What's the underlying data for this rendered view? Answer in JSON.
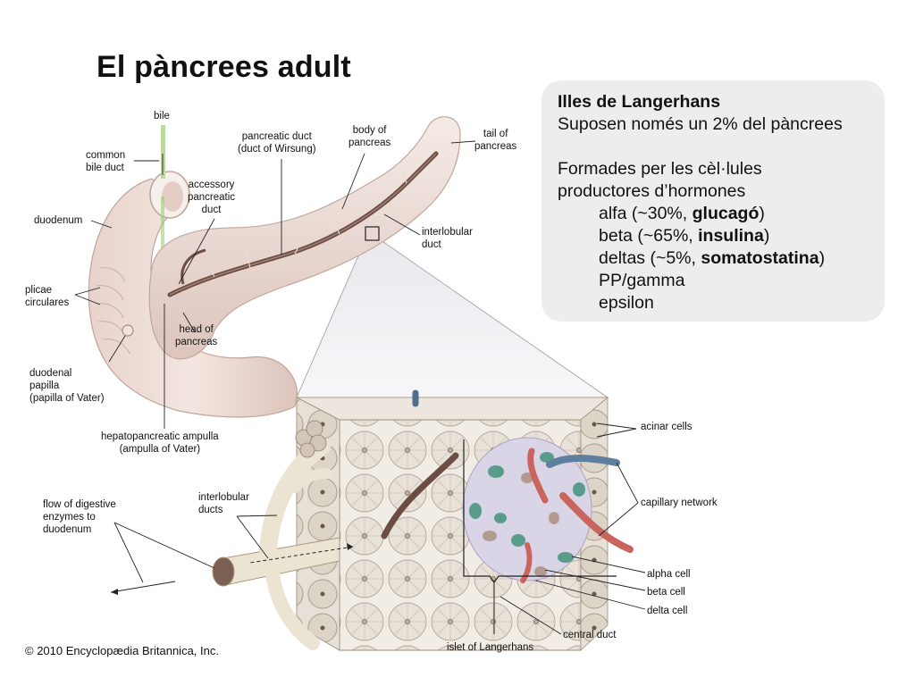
{
  "title": "El pàncrees adult",
  "infobox": {
    "heading": "Illes de Langerhans",
    "line1": "Suposen només un 2% del pàncrees",
    "line2": "Formades per les cèl·lules",
    "line3": "productores d’hormones",
    "cells": [
      {
        "pre": "alfa (~30%, ",
        "bold": "glucagó",
        "post": ")"
      },
      {
        "pre": "beta (~65%, ",
        "bold": "insulina",
        "post": ")"
      },
      {
        "pre": "deltas (~5%, ",
        "bold": "somatostatina",
        "post": ")"
      },
      {
        "pre": "PP/gamma",
        "bold": "",
        "post": ""
      },
      {
        "pre": "epsilon",
        "bold": "",
        "post": ""
      }
    ]
  },
  "labels": {
    "bile": "bile",
    "common_bile_duct": [
      "common",
      "bile duct"
    ],
    "duodenum": "duodenum",
    "accessory_duct": [
      "accessory",
      "pancreatic",
      "duct"
    ],
    "pancreatic_duct": [
      "pancreatic duct",
      "(duct of Wirsung)"
    ],
    "body": [
      "body of",
      "pancreas"
    ],
    "tail": [
      "tail of",
      "pancreas"
    ],
    "interlobular_duct": [
      "interlobular",
      "duct"
    ],
    "plicae": [
      "plicae",
      "circulares"
    ],
    "head": [
      "head of",
      "pancreas"
    ],
    "papilla": [
      "duodenal",
      "papilla",
      "(papilla of Vater)"
    ],
    "ampulla": [
      "hepatopancreatic ampulla",
      "(ampulla of Vater)"
    ],
    "flow": [
      "flow of digestive",
      "enzymes to",
      "duodenum"
    ],
    "interlobular_ducts": [
      "interlobular",
      "ducts"
    ],
    "acinar": "acinar cells",
    "capillary": "capillary network",
    "alpha": "alpha cell",
    "beta": "beta cell",
    "delta": "delta cell",
    "central_duct": "central duct",
    "islet": "islet of Langerhans"
  },
  "copyright": "© 2010 Encyclopædia Britannica, Inc.",
  "colors": {
    "pancreas": "#efe3dc",
    "pancreas_shade": "#d9c2b8",
    "duct": "#6b4d44",
    "islet": "#d9d4e6",
    "alpha": "#5a9c8c",
    "beta": "#b39a90",
    "vessel_red": "#c9655e",
    "vessel_blue": "#5f7f9e",
    "infobox_bg": "#ededed"
  }
}
